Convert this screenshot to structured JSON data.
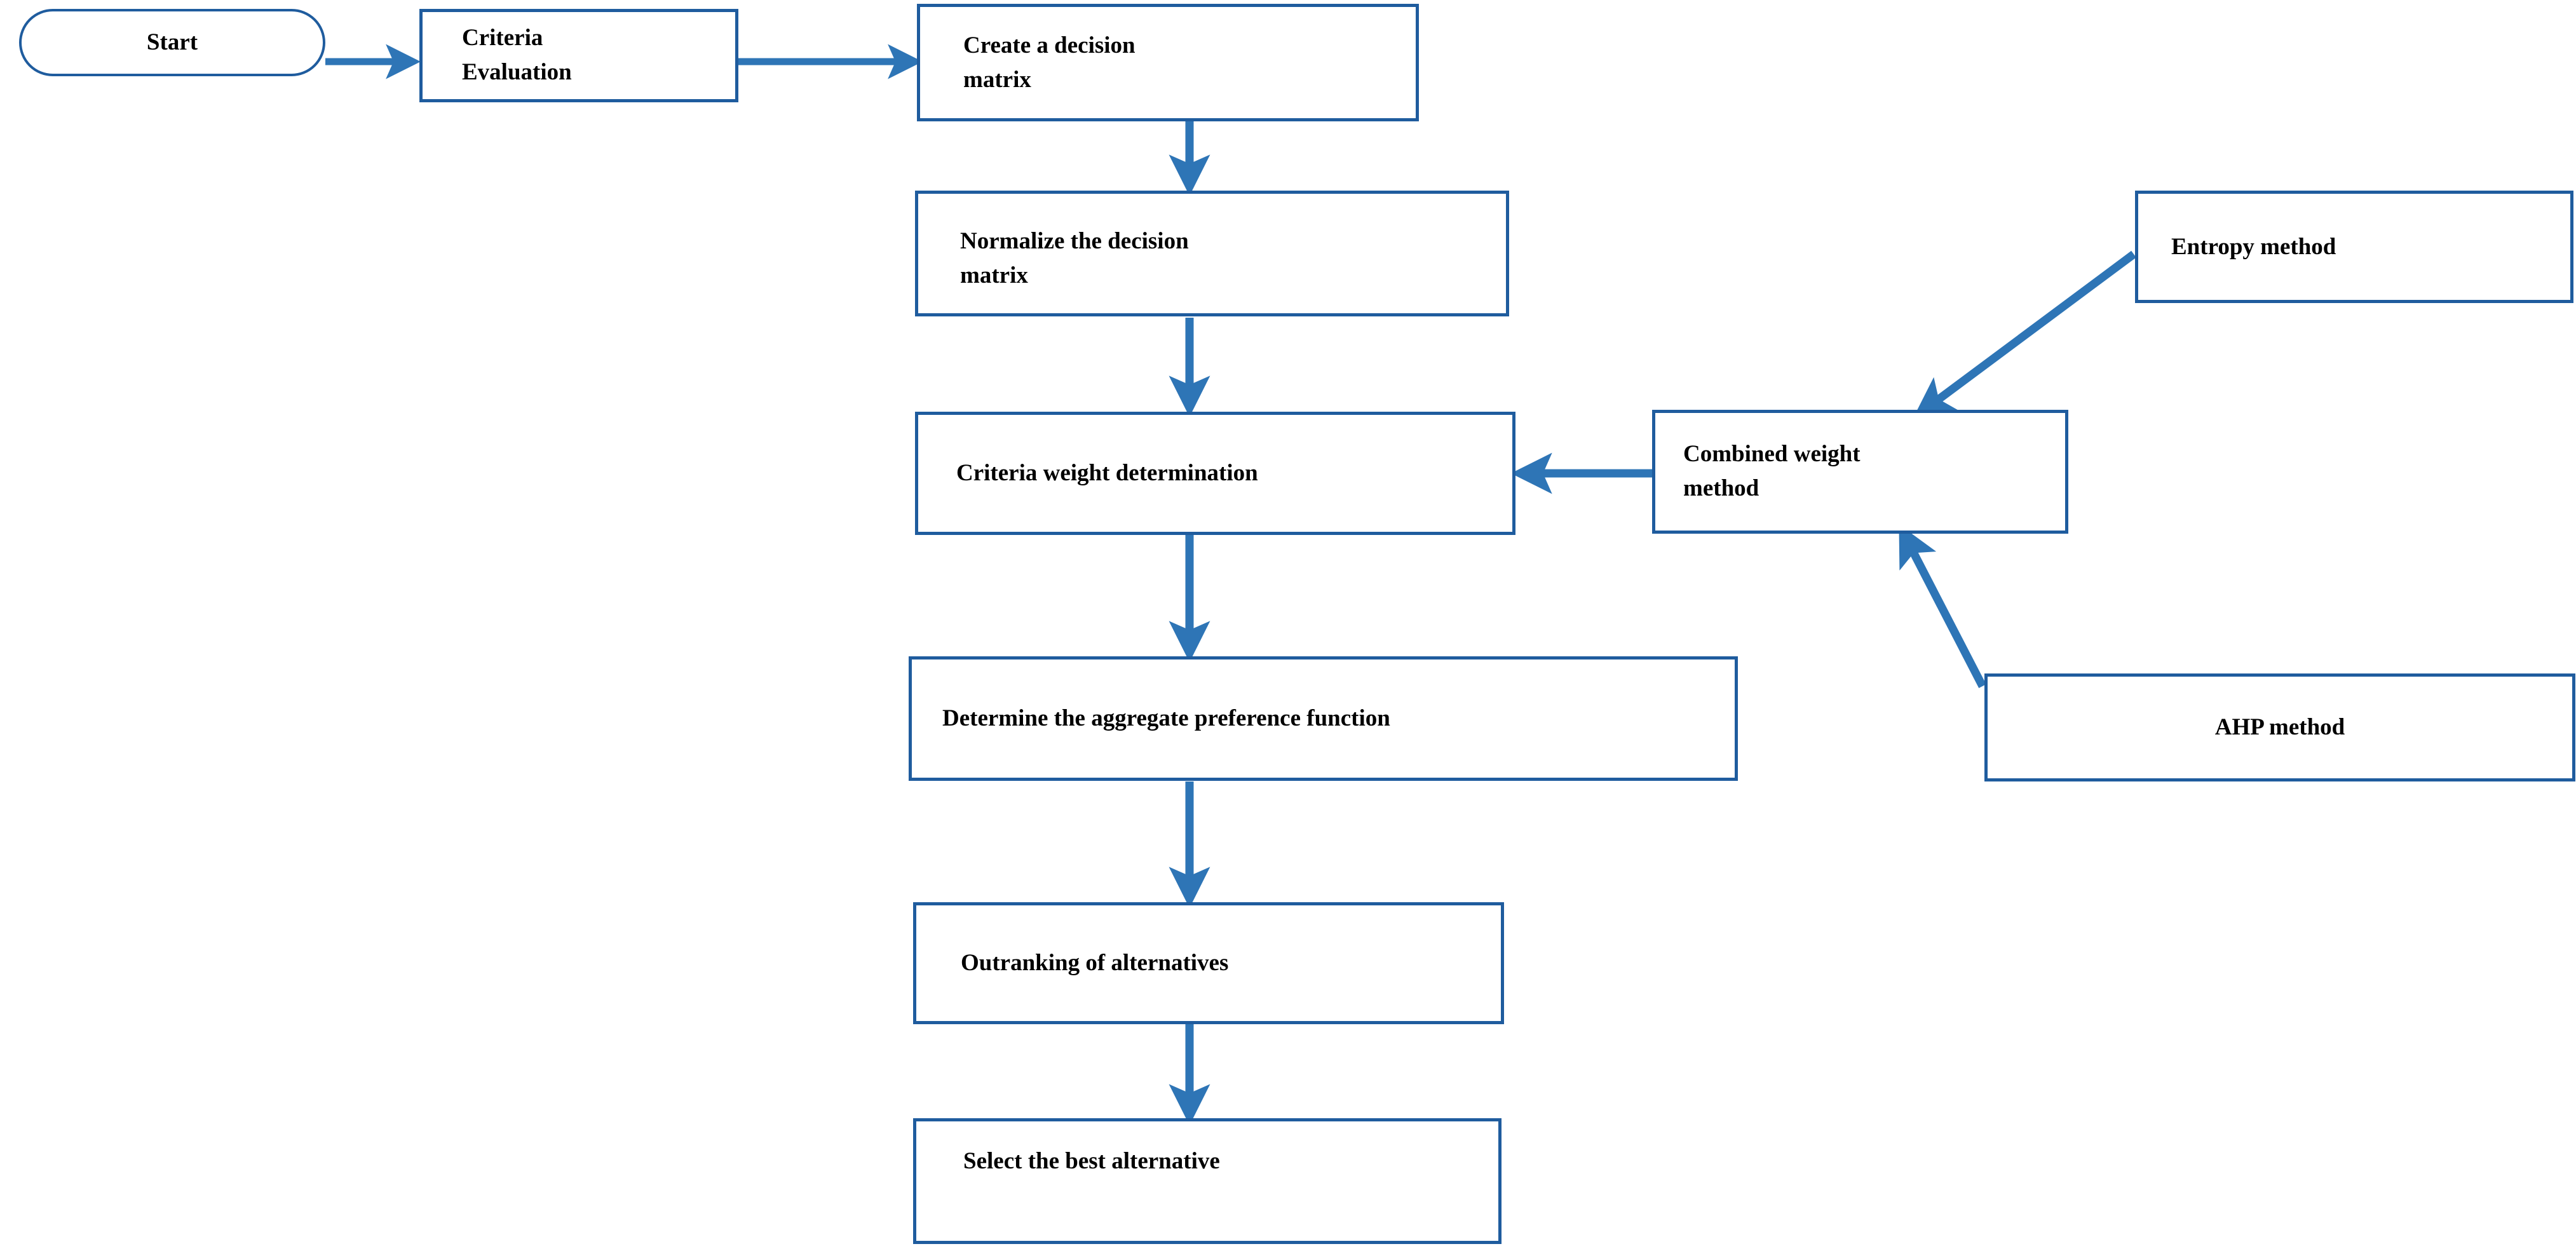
{
  "diagram": {
    "title": "Multi-criteria decision-making methodology flowchart",
    "colors": {
      "node_border": "#1F5C9E",
      "connector": "#2E75B6",
      "node_fill": "#FFFFFF",
      "text": "#000000"
    },
    "nodes": [
      {
        "id": "start",
        "shape": "terminator",
        "label": "Start"
      },
      {
        "id": "criteria_eval",
        "shape": "process",
        "label": "Criteria\nEvaluation"
      },
      {
        "id": "create_matrix",
        "shape": "process",
        "label": "Create a decision\nmatrix"
      },
      {
        "id": "normalize",
        "shape": "process",
        "label": "Normalize the decision\nmatrix"
      },
      {
        "id": "weights",
        "shape": "process",
        "label": "Criteria  weight determination"
      },
      {
        "id": "aggregate",
        "shape": "process",
        "label": "Determine the aggregate preference function"
      },
      {
        "id": "outranking",
        "shape": "process",
        "label": "Outranking of alternatives"
      },
      {
        "id": "select_best",
        "shape": "process",
        "label": "Select the best alternative"
      },
      {
        "id": "entropy",
        "shape": "process",
        "label": "Entropy method"
      },
      {
        "id": "combined",
        "shape": "process",
        "label": "Combined weight\nmethod"
      },
      {
        "id": "ahp",
        "shape": "process",
        "label": "AHP method"
      }
    ],
    "edges": [
      {
        "from": "start",
        "to": "criteria_eval",
        "direction": "right"
      },
      {
        "from": "criteria_eval",
        "to": "create_matrix",
        "direction": "right"
      },
      {
        "from": "create_matrix",
        "to": "normalize",
        "direction": "down"
      },
      {
        "from": "normalize",
        "to": "weights",
        "direction": "down"
      },
      {
        "from": "weights",
        "to": "aggregate",
        "direction": "down"
      },
      {
        "from": "aggregate",
        "to": "outranking",
        "direction": "down"
      },
      {
        "from": "outranking",
        "to": "select_best",
        "direction": "down"
      },
      {
        "from": "combined",
        "to": "weights",
        "direction": "left"
      },
      {
        "from": "entropy",
        "to": "combined",
        "direction": "diagonal-down-left"
      },
      {
        "from": "ahp",
        "to": "combined",
        "direction": "diagonal-up-left"
      }
    ]
  }
}
